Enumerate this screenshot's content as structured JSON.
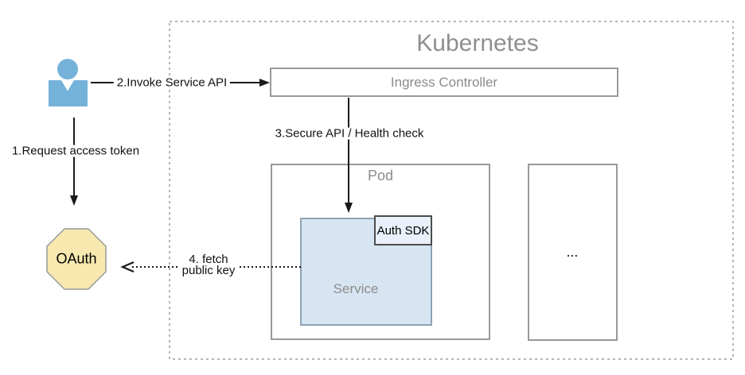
{
  "colors": {
    "canvas-bg": "#ffffff",
    "box-border": "#999999",
    "dashed-border": "#b5b5b5",
    "gray-text": "#8c8c8c",
    "title-text": "#8f8f8f",
    "arrow": "#1a1a1a",
    "actor-fill": "#74b2d9",
    "oauth-fill": "#f8e8af",
    "oauth-stroke": "#999999",
    "service-fill": "#d7e5f2",
    "service-border": "#8da2b5",
    "sdk-fill": "#e9f0f9",
    "sdk-border": "#4d4d4d",
    "label-text": "#111111",
    "dots-text": "#333333"
  },
  "diagram": {
    "title": "Kubernetes",
    "nodes": {
      "ingress": "Ingress Controller",
      "pod": "Pod",
      "service": "Service",
      "auth_sdk": "Auth SDK",
      "other_node": "...",
      "oauth": "OAuth"
    },
    "edges": {
      "request_token": "1.Request access token",
      "invoke_api": "2.Invoke Service API",
      "secure_api": "3.Secure API / Health check",
      "fetch_key_line1": "4. fetch",
      "fetch_key_line2": "public key"
    }
  }
}
